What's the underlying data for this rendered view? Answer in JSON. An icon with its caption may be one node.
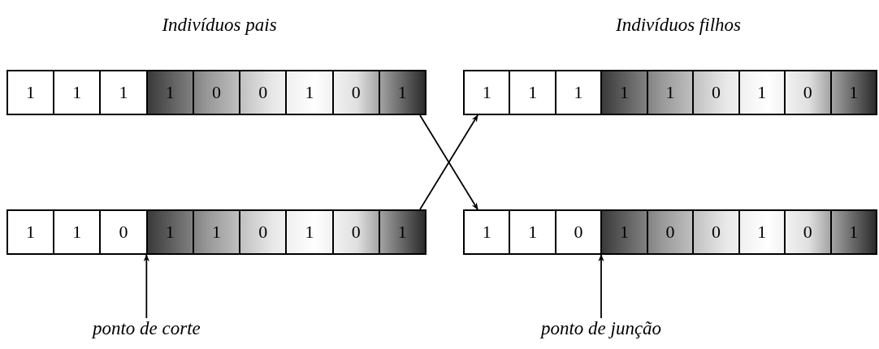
{
  "diagram": {
    "nodes": [
      {
        "text": [],
        "shape": "bar"
      },
      {
        "text": [
          "1"
        ],
        "in": 0
      },
      {
        "text": [
          "1"
        ],
        "in": 0
      },
      {
        "text": [
          "1"
        ],
        "in": 0
      },
      {
        "text": [
          "1"
        ],
        "in": 0
      },
      {
        "text": [
          "0"
        ],
        "in": 0
      },
      {
        "text": [
          "0"
        ],
        "in": 0
      },
      {
        "text": [
          "1"
        ],
        "in": 0
      },
      {
        "text": [
          "0"
        ],
        "in": 0
      },
      {
        "text": [
          "1"
        ],
        "in": 0
      },
      {
        "text": [],
        "shape": "bar"
      },
      {
        "text": [
          "1"
        ],
        "in": 10
      },
      {
        "text": [
          "1"
        ],
        "in": 10
      },
      {
        "text": [
          "1"
        ],
        "in": 10
      },
      {
        "text": [
          "1"
        ],
        "in": 10
      },
      {
        "text": [
          "1"
        ],
        "in": 10
      },
      {
        "text": [
          "0"
        ],
        "in": 10
      },
      {
        "text": [
          "1"
        ],
        "in": 10
      },
      {
        "text": [
          "0"
        ],
        "in": 10
      },
      {
        "text": [
          "1"
        ],
        "in": 10
      },
      {
        "text": [],
        "shape": "bar"
      },
      {
        "text": [
          "1"
        ],
        "in": 20
      },
      {
        "text": [
          "1"
        ],
        "in": 20
      },
      {
        "text": [
          "0"
        ],
        "in": 20
      },
      {
        "text": [
          "1"
        ],
        "in": 20
      },
      {
        "text": [
          "1"
        ],
        "in": 20
      },
      {
        "text": [
          "0"
        ],
        "in": 20
      },
      {
        "text": [
          "1"
        ],
        "in": 20
      },
      {
        "text": [
          "0"
        ],
        "in": 20
      },
      {
        "text": [
          "1"
        ],
        "in": 20
      },
      {
        "text": [],
        "shape": "bar"
      },
      {
        "text": [
          "1"
        ],
        "in": 30
      },
      {
        "text": [
          "1"
        ],
        "in": 30
      },
      {
        "text": [
          "0"
        ],
        "in": 30
      },
      {
        "text": [
          "1"
        ],
        "in": 30
      },
      {
        "text": [
          "0"
        ],
        "in": 30
      },
      {
        "text": [
          "0"
        ],
        "in": 30
      },
      {
        "text": [
          "1"
        ],
        "in": 30
      },
      {
        "text": [
          "0"
        ],
        "in": 30
      },
      {
        "text": [
          "1"
        ],
        "in": 30
      },
      {
        "text": [
          "ponto de corte"
        ]
      },
      {
        "text": [
          "ponto de junção"
        ]
      }
    ],
    "edges": [
      {
        "from": 0,
        "to": 30,
        "arrow": "to"
      },
      {
        "from": 20,
        "to": 10,
        "arrow": "to"
      },
      {
        "from": 40,
        "to": 20,
        "arrow": "to"
      },
      {
        "from": 41,
        "to": 30,
        "arrow": "to"
      }
    ],
    "labels": [
      "Indivíduos pais",
      "Indivíduos filhos"
    ]
  }
}
